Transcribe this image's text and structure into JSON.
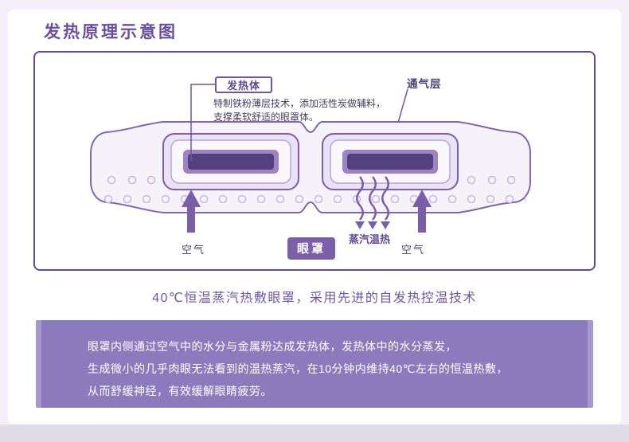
{
  "page": {
    "title": "发热原理示意图",
    "caption": "40℃恒温蒸汽热敷眼罩，采用先进的自发热控温技术"
  },
  "diagram": {
    "heating_element": {
      "label": "发热体",
      "desc_line1": "特制铁粉薄层技术，添加活性炭做辅料，",
      "desc_line2": "支撑柔软舒适的眼罩体。"
    },
    "vent_layer_label": "通气层",
    "steam_label": "蒸汽温热",
    "air_left_label": "空气",
    "air_right_label": "空气",
    "mask_badge": "眼罩"
  },
  "description_panel": {
    "line1": "眼罩内侧通过空气中的水分与金属粉达成发热体，发热体中的水分蒸发，",
    "line2": "生成微小的几乎肉眼无法看到的温热蒸汽，在10分钟内维持40℃左右的恒温热敷，",
    "line3": "从而舒缓神经，有效缓解眼睛疲劳。"
  },
  "colors": {
    "accent": "#6f55a3",
    "outline": "#7a5fa8",
    "deep_bar": "#53407e",
    "panel_bg": "#8b7bbd",
    "badge_bg": "#7a60ab"
  }
}
